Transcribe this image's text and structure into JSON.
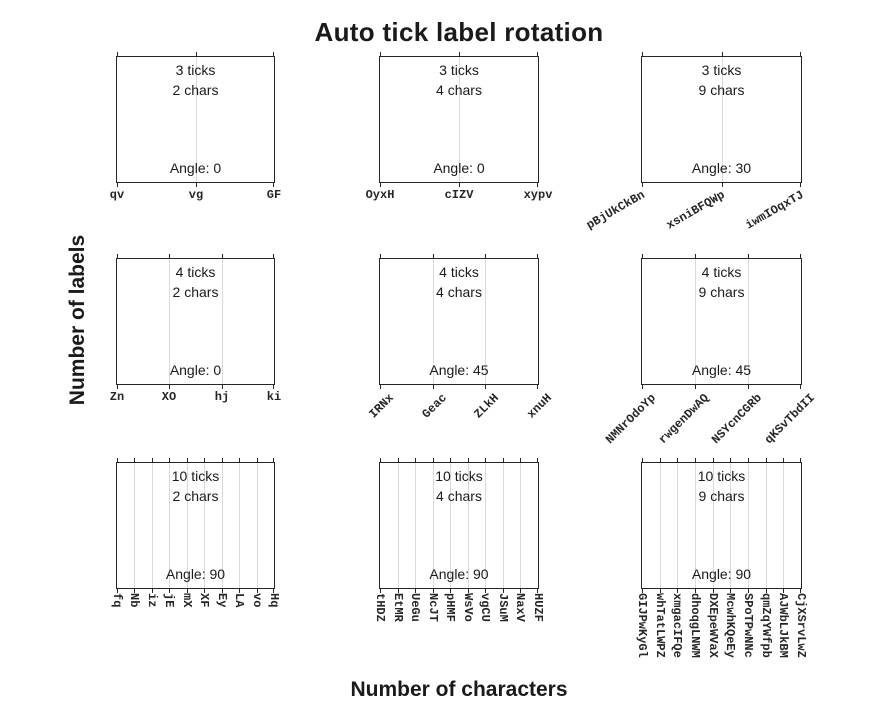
{
  "title": "Auto tick label rotation",
  "x_axis_label": "Number of characters",
  "y_axis_label": "Number of labels",
  "colors": {
    "text": "#1a1a1a",
    "axis": "#262626",
    "grid": "#d9d9d9"
  },
  "chart_data": {
    "type": "table",
    "description": "3x3 grid of empty demo axes showing automatic x-tick-label rotation",
    "rows": 3,
    "cols": 3,
    "grid_on": true,
    "subplots": [
      {
        "row": 0,
        "col": 0,
        "ticks": "3 ticks",
        "chars": "2 chars",
        "angle_label": "Angle: 0",
        "angle": 0,
        "n_ticks": 3,
        "tick_labels": [
          "qv",
          "vg",
          "GF"
        ]
      },
      {
        "row": 0,
        "col": 1,
        "ticks": "3 ticks",
        "chars": "4 chars",
        "angle_label": "Angle: 0",
        "angle": 0,
        "n_ticks": 3,
        "tick_labels": [
          "OyxH",
          "cIZV",
          "xypv"
        ]
      },
      {
        "row": 0,
        "col": 2,
        "ticks": "3 ticks",
        "chars": "9 chars",
        "angle_label": "Angle: 30",
        "angle": 30,
        "n_ticks": 3,
        "tick_labels": [
          "pBjUkCkBn",
          "xsniBFQWp",
          "iwmIOqxTJ"
        ]
      },
      {
        "row": 1,
        "col": 0,
        "ticks": "4 ticks",
        "chars": "2 chars",
        "angle_label": "Angle: 0",
        "angle": 0,
        "n_ticks": 4,
        "tick_labels": [
          "Zn",
          "XO",
          "hj",
          "ki"
        ]
      },
      {
        "row": 1,
        "col": 1,
        "ticks": "4 ticks",
        "chars": "4 chars",
        "angle_label": "Angle: 45",
        "angle": 45,
        "n_ticks": 4,
        "tick_labels": [
          "IRNx",
          "Geac",
          "ZLkH",
          "xnuH"
        ]
      },
      {
        "row": 1,
        "col": 2,
        "ticks": "4 ticks",
        "chars": "9 chars",
        "angle_label": "Angle: 45",
        "angle": 45,
        "n_ticks": 4,
        "tick_labels": [
          "NMNrOdoYp",
          "rwgenDwAQ",
          "NSYcnCGRb",
          "qKSvTbdII"
        ]
      },
      {
        "row": 2,
        "col": 0,
        "ticks": "10 ticks",
        "chars": "2 chars",
        "angle_label": "Angle: 90",
        "angle": 90,
        "n_ticks": 10,
        "tick_labels": [
          "fq",
          "Nb",
          "iz",
          "jE",
          "mX",
          "XF",
          "Ey",
          "LA",
          "vo",
          "Hq"
        ]
      },
      {
        "row": 2,
        "col": 1,
        "ticks": "10 ticks",
        "chars": "4 chars",
        "angle_label": "Angle: 90",
        "angle": 90,
        "n_ticks": 10,
        "tick_labels": [
          "tHDZ",
          "EtMR",
          "UeGu",
          "NcJT",
          "pHMF",
          "WsVo",
          "vgCU",
          "JSuM",
          "NaxV",
          "HUZF"
        ]
      },
      {
        "row": 2,
        "col": 2,
        "ticks": "10 ticks",
        "chars": "9 chars",
        "angle_label": "Angle: 90",
        "angle": 90,
        "n_ticks": 10,
        "tick_labels": [
          "GIJPwKyGl",
          "whTatLWPZ",
          "xmgacIFQe",
          "dhoqgLNWM",
          "DXEpeWVaX",
          "McwhKQeEy",
          "SPoTPwNNc",
          "qmZqYWfpb",
          "AJWbLJkBM",
          "CjXSrvLwZ"
        ]
      }
    ]
  }
}
